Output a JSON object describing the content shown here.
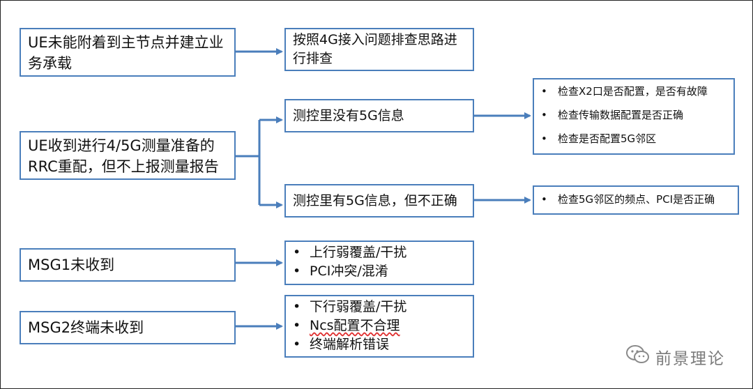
{
  "colors": {
    "border": "#4a7ebb",
    "arrow": "#4a7ebb",
    "text": "#111111",
    "watermark": "#7a7a7a"
  },
  "rows": [
    {
      "issue": "UE未能附着到主节点并建立业务承载",
      "action": "按照4G接入问题排查思路进行排查"
    },
    {
      "issue": "UE收到进行4/5G测量准备的RRC重配，但不上报测量报告",
      "branch_a": {
        "label": "测控里没有5G信息",
        "checks": [
          "检查X2口是否配置，是否有故障",
          "检查传输数据配置是否正确",
          "检查是否配置5G邻区"
        ]
      },
      "branch_b": {
        "label": "测控里有5G信息，但不正确",
        "checks": [
          "检查5G邻区的频点、PCI是否正确"
        ]
      }
    },
    {
      "issue": "MSG1未收到",
      "causes": [
        "上行弱覆盖/干扰",
        "PCI冲突/混淆"
      ]
    },
    {
      "issue": "MSG2终端未收到",
      "causes": [
        "下行弱覆盖/干扰",
        "Ncs配置不合理",
        "终端解析错误"
      ]
    }
  ],
  "watermark": {
    "icon": "wechat-icon",
    "text": "前景理论"
  }
}
